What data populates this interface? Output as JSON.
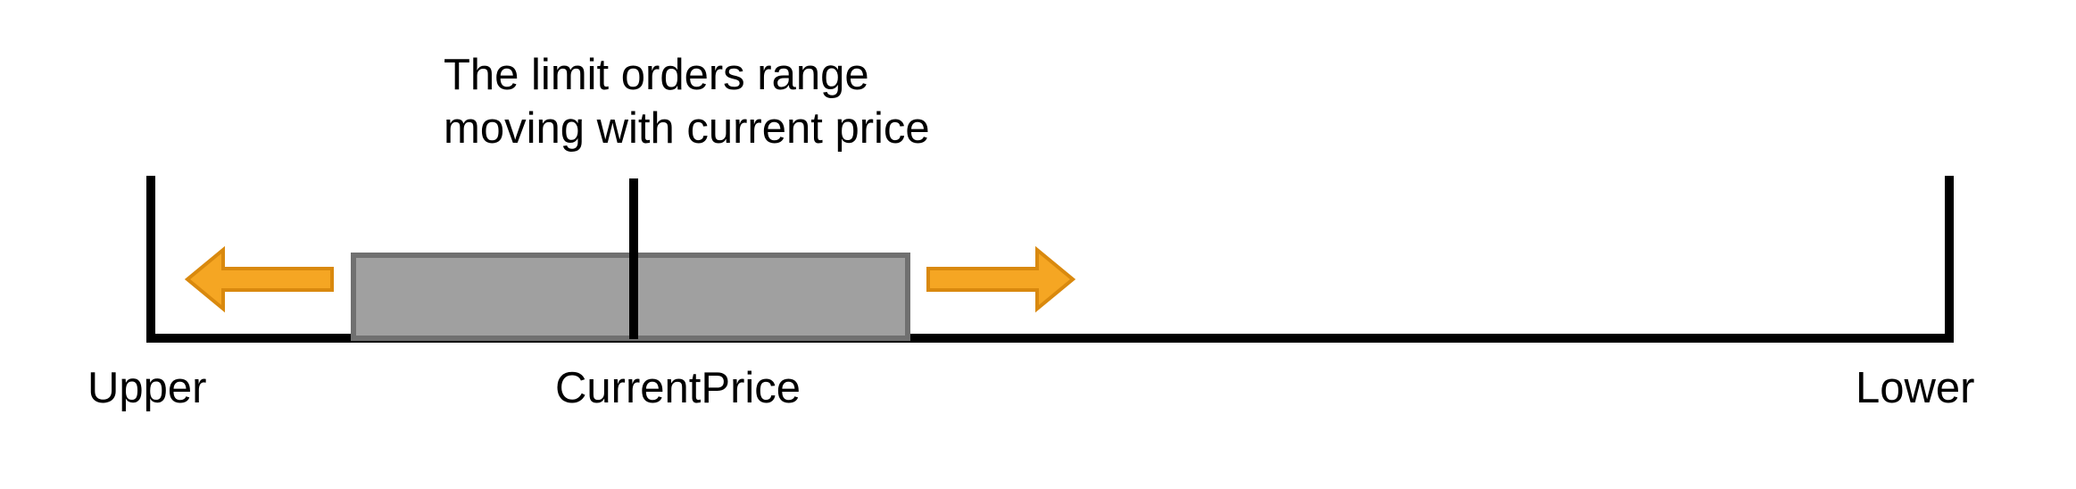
{
  "annotation": {
    "line1": "The limit orders range",
    "line2": "moving with current price"
  },
  "labels": {
    "upper": "Upper",
    "current_price": "CurrentPrice",
    "lower": "Lower"
  },
  "colors": {
    "axis": "#000000",
    "range_fill": "#a0a0a0",
    "range_stroke": "#707070",
    "arrow_fill": "#f5a623",
    "arrow_stroke": "#d9890e",
    "background": "#ffffff"
  },
  "icons": {
    "left_arrow": "arrow-left-icon",
    "right_arrow": "arrow-right-icon"
  }
}
